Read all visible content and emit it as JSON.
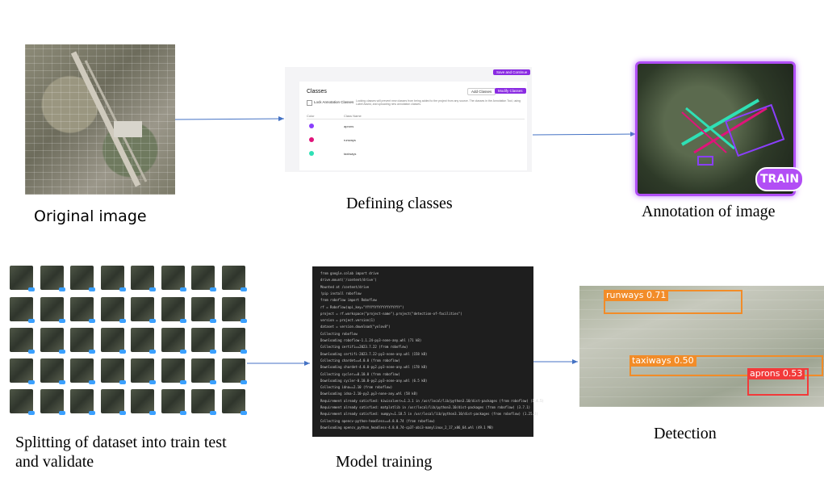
{
  "steps": {
    "original": {
      "caption": "Original image"
    },
    "classes": {
      "caption": "Defining classes",
      "save_button": "Save and Continue",
      "title": "Classes",
      "add_button": "Add Classes",
      "modify_button": "Modify Classes",
      "lock_label": "Lock Annotation Classes",
      "lock_desc": "Locking classes will prevent new classes from being added to the project from any source. The classes in the Annotation Tool, using Label Assist, and uploading new annotation classes.",
      "col_color": "Color",
      "col_name": "Class Name",
      "rows": [
        {
          "name": "aprons",
          "color": "#8a3ffc"
        },
        {
          "name": "runways",
          "color": "#e0137a"
        },
        {
          "name": "taxiways",
          "color": "#2fe0b5"
        }
      ]
    },
    "annotation": {
      "caption": "Annotation of image",
      "badge": "TRAIN"
    },
    "dataset": {
      "caption_line1": "Splitting of dataset into train test",
      "caption_line2": "and validate"
    },
    "training": {
      "caption": "Model training",
      "lines": [
        "from google.colab import drive",
        "drive.mount('/content/drive')",
        "Mounted at /content/drive",
        "!pip install roboflow",
        "from roboflow import Roboflow",
        "rf = Roboflow(api_key=\"YYYYYYYYYYYYYYYYYY\")",
        "project = rf.workspace(\"project-name\").project(\"detection-of-facilities\")",
        "version = project.version(1)",
        "dataset = version.download(\"yolov8\")",
        "Collecting roboflow",
        "Downloading roboflow-1.1.24-py3-none-any.whl (71 kB)",
        "Collecting certifi==2023.7.22 (from roboflow)",
        "Downloading certifi-2023.7.22-py3-none-any.whl (158 kB)",
        "Collecting chardet==4.0.0 (from roboflow)",
        "Downloading chardet-4.0.0-py2.py3-none-any.whl (178 kB)",
        "Collecting cycler==0.10.0 (from roboflow)",
        "Downloading cycler-0.10.0-py2.py3-none-any.whl (6.5 kB)",
        "Collecting idna==2.10 (from roboflow)",
        "Downloading idna-2.10-py2.py3-none-any.whl (58 kB)",
        "Requirement already satisfied: kiwisolver>=1.3.1 in /usr/local/lib/python3.10/dist-packages (from roboflow) (1.4.5)",
        "Requirement already satisfied: matplotlib in /usr/local/lib/python3.10/dist-packages (from roboflow) (3.7.1)",
        "Requirement already satisfied: numpy>=1.18.5 in /usr/local/lib/python3.10/dist-packages (from roboflow) (1.25.2)",
        "Collecting opencv-python-headless==4.8.0.74 (from roboflow)",
        "Downloading opencv_python_headless-4.8.0.74-cp37-abi3-manylinux_2_17_x86_64.whl (49.1 MB)"
      ]
    },
    "detection": {
      "caption": "Detection",
      "labels": [
        {
          "text": "runways 0.71",
          "color": "#f28c28"
        },
        {
          "text": "taxiways 0.50",
          "color": "#f28c28"
        },
        {
          "text": "aprons 0.53",
          "color": "#f23a3a"
        }
      ]
    }
  },
  "colors": {
    "arrow": "#4472c4",
    "accent": "#b24ef5"
  }
}
